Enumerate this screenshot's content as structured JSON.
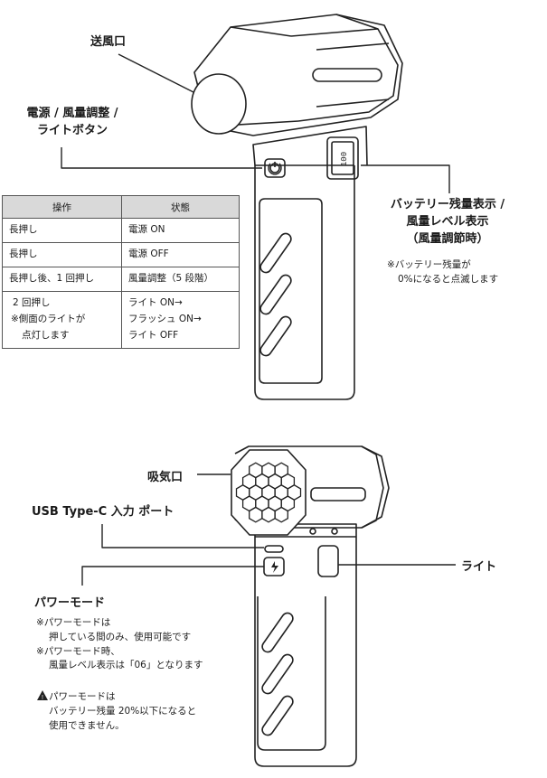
{
  "top": {
    "outlet_label": "送風口",
    "power_button_label": [
      "電源 / 風量調整 /",
      "ライトボタン"
    ],
    "display_label": [
      "バッテリー残量表示 /",
      "風量レベル表示",
      "（風量調節時）"
    ],
    "display_note": [
      "※バッテリー残量が",
      "0%になると点滅します"
    ]
  },
  "table": {
    "headers": [
      "操作",
      "状態"
    ],
    "rows": [
      {
        "op": [
          "長押し"
        ],
        "state": [
          "電源 ON"
        ]
      },
      {
        "op": [
          "長押し"
        ],
        "state": [
          "電源 OFF"
        ]
      },
      {
        "op": [
          "長押し後、1 回押し"
        ],
        "state": [
          "風量調整（5 段階）"
        ]
      },
      {
        "op": [
          "2 回押し",
          "※側面のライトが",
          "点灯します"
        ],
        "state": [
          "ライト ON→",
          "フラッシュ ON→",
          "ライト OFF"
        ]
      }
    ]
  },
  "bottom": {
    "intake_label": "吸気口",
    "usb_label": "USB Type-C 入力 ポート",
    "light_label": "ライト",
    "power_mode_label": "パワーモード",
    "notes": [
      "※パワーモードは",
      "押している間のみ、使用可能です",
      "※パワーモード時、",
      "風量レベル表示は「06」となります"
    ],
    "warning": [
      "パワーモードは",
      "バッテリー残量 20%以下になると",
      "使用できません。"
    ]
  },
  "display_digits": "100"
}
